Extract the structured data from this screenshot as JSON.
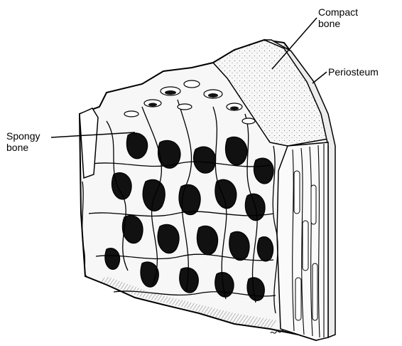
{
  "labels": {
    "compact_bone": [
      "Compact",
      "bone"
    ],
    "periosteum": "Periosteum",
    "spongy_bone": [
      "Spongy",
      "bone"
    ]
  },
  "colors": {
    "ink": "#000000",
    "paper": "#ffffff",
    "shadow": "#1a1a1a",
    "bone_light": "#f4f4f4",
    "bone_shade": "#d9d9d9"
  }
}
